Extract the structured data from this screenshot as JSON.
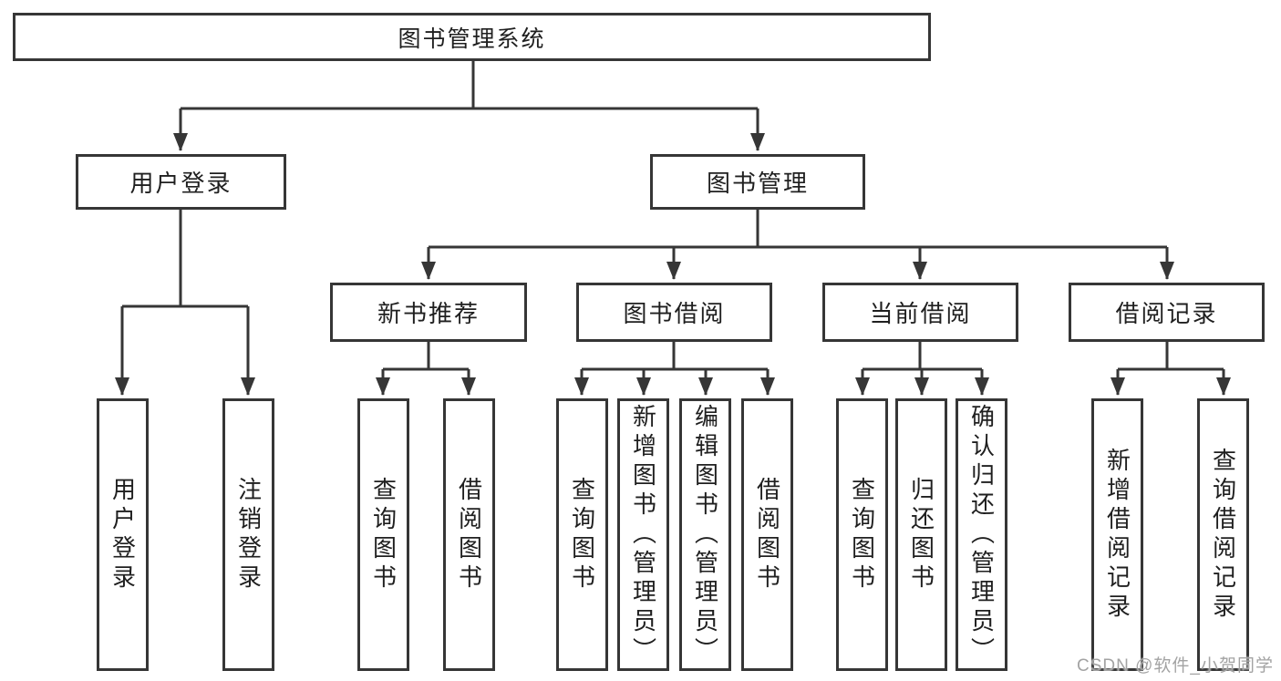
{
  "diagram_title": "图书管理系统",
  "tree": {
    "label": "图书管理系统",
    "children": [
      {
        "label": "用户登录",
        "children": [
          {
            "label": "用户登录"
          },
          {
            "label": "注销登录"
          }
        ]
      },
      {
        "label": "图书管理",
        "children": [
          {
            "label": "新书推荐",
            "children": [
              {
                "label": "查询图书"
              },
              {
                "label": "借阅图书"
              }
            ]
          },
          {
            "label": "图书借阅",
            "children": [
              {
                "label": "查询图书"
              },
              {
                "label": "新增图书（管理员）"
              },
              {
                "label": "编辑图书（管理员）"
              },
              {
                "label": "借阅图书"
              }
            ]
          },
          {
            "label": "当前借阅",
            "children": [
              {
                "label": "查询图书"
              },
              {
                "label": "归还图书"
              },
              {
                "label": "确认归还（管理员）"
              }
            ]
          },
          {
            "label": "借阅记录",
            "children": [
              {
                "label": "新增借阅记录"
              },
              {
                "label": "查询借阅记录"
              }
            ]
          }
        ]
      }
    ]
  },
  "watermark": {
    "text": "CSDN @软件_小贺同学"
  },
  "colors": {
    "line": "#363636",
    "box_border": "#363636",
    "text": "#1f1f1f",
    "background": "#ffffff",
    "watermark": "#a3a3a3"
  }
}
